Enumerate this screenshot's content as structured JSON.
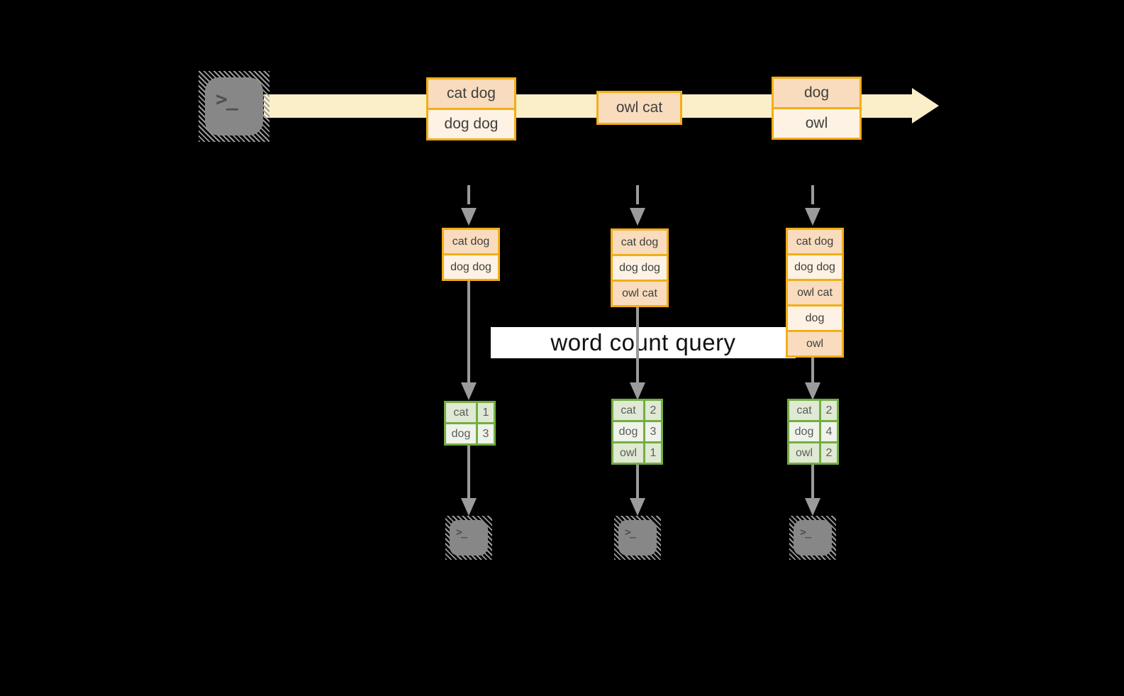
{
  "banner": {
    "label": "word count query"
  },
  "icons": {
    "terminal_glyph": ">_"
  },
  "colors": {
    "background": "#000000",
    "stream_band": "#fbefca",
    "record_border": "#f2ae17",
    "record_fill_dark": "#f8dcbd",
    "record_fill_light": "#fdf2e3",
    "table_border": "#74ad43",
    "table_fill_dark": "#dfe9d3",
    "table_fill_light": "#eff3ea",
    "arrow_gray": "#9b9b9b",
    "terminal_gray": "#878787"
  },
  "stream": {
    "batches": [
      {
        "lines": [
          "cat dog",
          "dog dog"
        ]
      },
      {
        "lines": [
          "owl cat"
        ]
      },
      {
        "lines": [
          "dog",
          "owl"
        ]
      }
    ]
  },
  "columns": [
    {
      "inputs": [
        "cat dog",
        "dog dog"
      ],
      "counts": [
        {
          "word": "cat",
          "count": "1"
        },
        {
          "word": "dog",
          "count": "3"
        }
      ]
    },
    {
      "inputs": [
        "cat dog",
        "dog dog",
        "owl cat"
      ],
      "counts": [
        {
          "word": "cat",
          "count": "2"
        },
        {
          "word": "dog",
          "count": "3"
        },
        {
          "word": "owl",
          "count": "1"
        }
      ]
    },
    {
      "inputs": [
        "cat dog",
        "dog dog",
        "owl cat",
        "dog",
        "owl"
      ],
      "counts": [
        {
          "word": "cat",
          "count": "2"
        },
        {
          "word": "dog",
          "count": "4"
        },
        {
          "word": "owl",
          "count": "2"
        }
      ]
    }
  ]
}
